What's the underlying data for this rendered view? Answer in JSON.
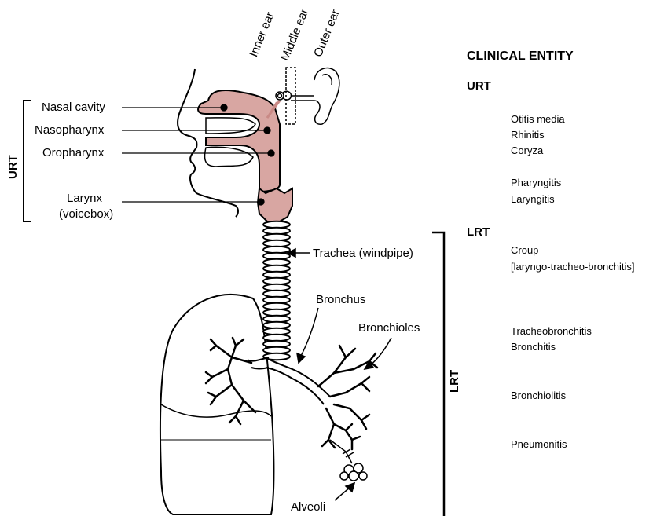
{
  "colors": {
    "tissue_fill": "#d8a6a2",
    "outline": "#000000",
    "background": "#ffffff"
  },
  "ear_labels": {
    "inner": "Inner ear",
    "middle": "Middle ear",
    "outer": "Outer ear"
  },
  "left_labels": {
    "nasal_cavity": "Nasal cavity",
    "nasopharynx": "Nasopharynx",
    "oropharynx": "Oropharynx",
    "larynx_line1": "Larynx",
    "larynx_line2": "(voicebox)"
  },
  "anatomy_labels": {
    "trachea": "Trachea (windpipe)",
    "bronchus": "Bronchus",
    "bronchioles": "Bronchioles",
    "alveoli": "Alveoli"
  },
  "brackets": {
    "urt": "URT",
    "lrt": "LRT"
  },
  "clinical": {
    "title": "CLINICAL ENTITY",
    "urt_heading": "URT",
    "lrt_heading": "LRT",
    "otitis_media": "Otitis media",
    "rhinitis": "Rhinitis",
    "coryza": "Coryza",
    "pharyngitis": "Pharyngitis",
    "laryngitis": "Laryngitis",
    "croup": "Croup",
    "croup_detail": "[laryngo-tracheo-bronchitis]",
    "tracheobronchitis": "Tracheobronchitis",
    "bronchitis": "Bronchitis",
    "bronchiolitis": "Bronchiolitis",
    "pneumonitis": "Pneumonitis"
  }
}
